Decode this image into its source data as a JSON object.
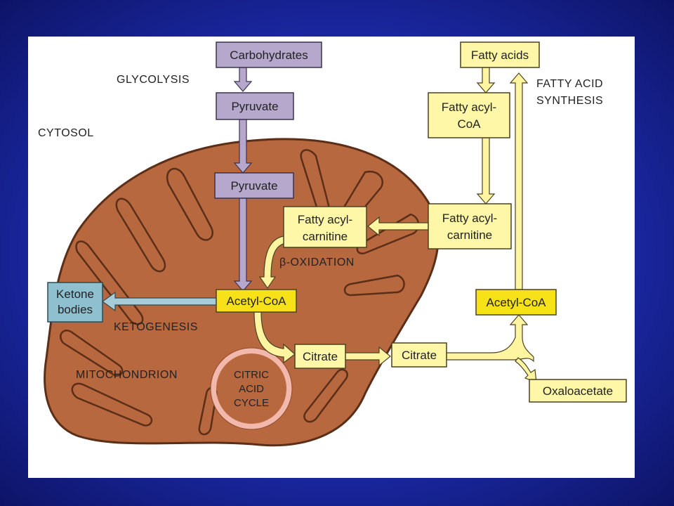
{
  "labels": {
    "glycolysis": "GLYCOLYSIS",
    "cytosol": "CYTOSOL",
    "fatty_acid_synthesis_1": "FATTY ACID",
    "fatty_acid_synthesis_2": "SYNTHESIS",
    "beta_oxidation": "β-OXIDATION",
    "ketogenesis": "KETOGENESIS",
    "mitochondrion": "MITOCHONDRION",
    "citric_1": "CITRIC",
    "citric_2": "ACID",
    "citric_3": "CYCLE"
  },
  "boxes": {
    "carbohydrates": "Carbohydrates",
    "pyruvate_cytosol": "Pyruvate",
    "pyruvate_mito": "Pyruvate",
    "fatty_acids": "Fatty acids",
    "fatty_acyl_coa_1": "Fatty acyl-",
    "fatty_acyl_coa_2": "CoA",
    "fatty_acyl_carnitine_cyto_1": "Fatty acyl-",
    "fatty_acyl_carnitine_cyto_2": "carnitine",
    "fatty_acyl_carnitine_mito_1": "Fatty acyl-",
    "fatty_acyl_carnitine_mito_2": "carnitine",
    "ketone_bodies_1": "Ketone",
    "ketone_bodies_2": "bodies",
    "acetyl_coa_mito": "Acetyl-CoA",
    "acetyl_coa_cyto": "Acetyl-CoA",
    "citrate_mito": "Citrate",
    "citrate_cyto": "Citrate",
    "oxaloacetate": "Oxaloacetate"
  },
  "colors": {
    "mitochondrion_fill": "#b8683f",
    "mitochondrion_stroke": "#5a2e17",
    "box_yellow_light": "#fff7a8",
    "box_yellow_strong": "#f7e21a",
    "box_purple": "#b6a8cc",
    "box_blue": "#8fc0cf",
    "arrow_yellow": "#fff4a0",
    "arrow_purple": "#b6a8cc",
    "arrow_blue": "#a6ccd8",
    "cycle_ring": "#f2b8ac"
  }
}
